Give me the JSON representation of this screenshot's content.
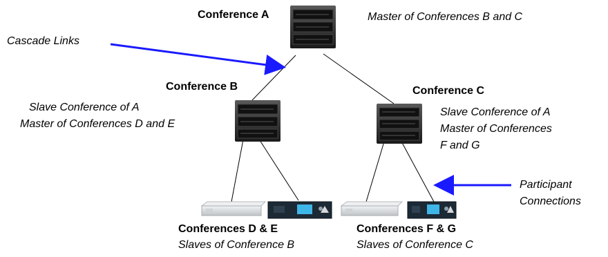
{
  "nodes": {
    "conf_a": {
      "title": "Conference A",
      "role": "Master of Conferences B and C"
    },
    "conf_b": {
      "title": "Conference B",
      "role_line1": "Slave Conference of A",
      "role_line2": "Master of Conferences D and E"
    },
    "conf_c": {
      "title": "Conference C",
      "role_line1": "Slave Conference of A",
      "role_line2": "Master of Conferences",
      "role_line3": "F and G"
    },
    "conf_de": {
      "title": "Conferences D & E",
      "role": "Slaves of Conference B"
    },
    "conf_fg": {
      "title": "Conferences F & G",
      "role": "Slaves of Conference C"
    }
  },
  "callouts": {
    "cascade": "Cascade Links",
    "participant_line1": "Participant",
    "participant_line2": "Connections"
  },
  "colors": {
    "arrow": "#1a1aff",
    "line": "#000000",
    "device": "#2a2a2a",
    "rack_unit": "#d9dcdf",
    "panel_unit": "#1c2a36"
  },
  "icons": {
    "mcu": "mcu-rack-server-icon",
    "rack_unit": "rack-unit-device-icon",
    "panel_unit": "panel-device-icon"
  }
}
